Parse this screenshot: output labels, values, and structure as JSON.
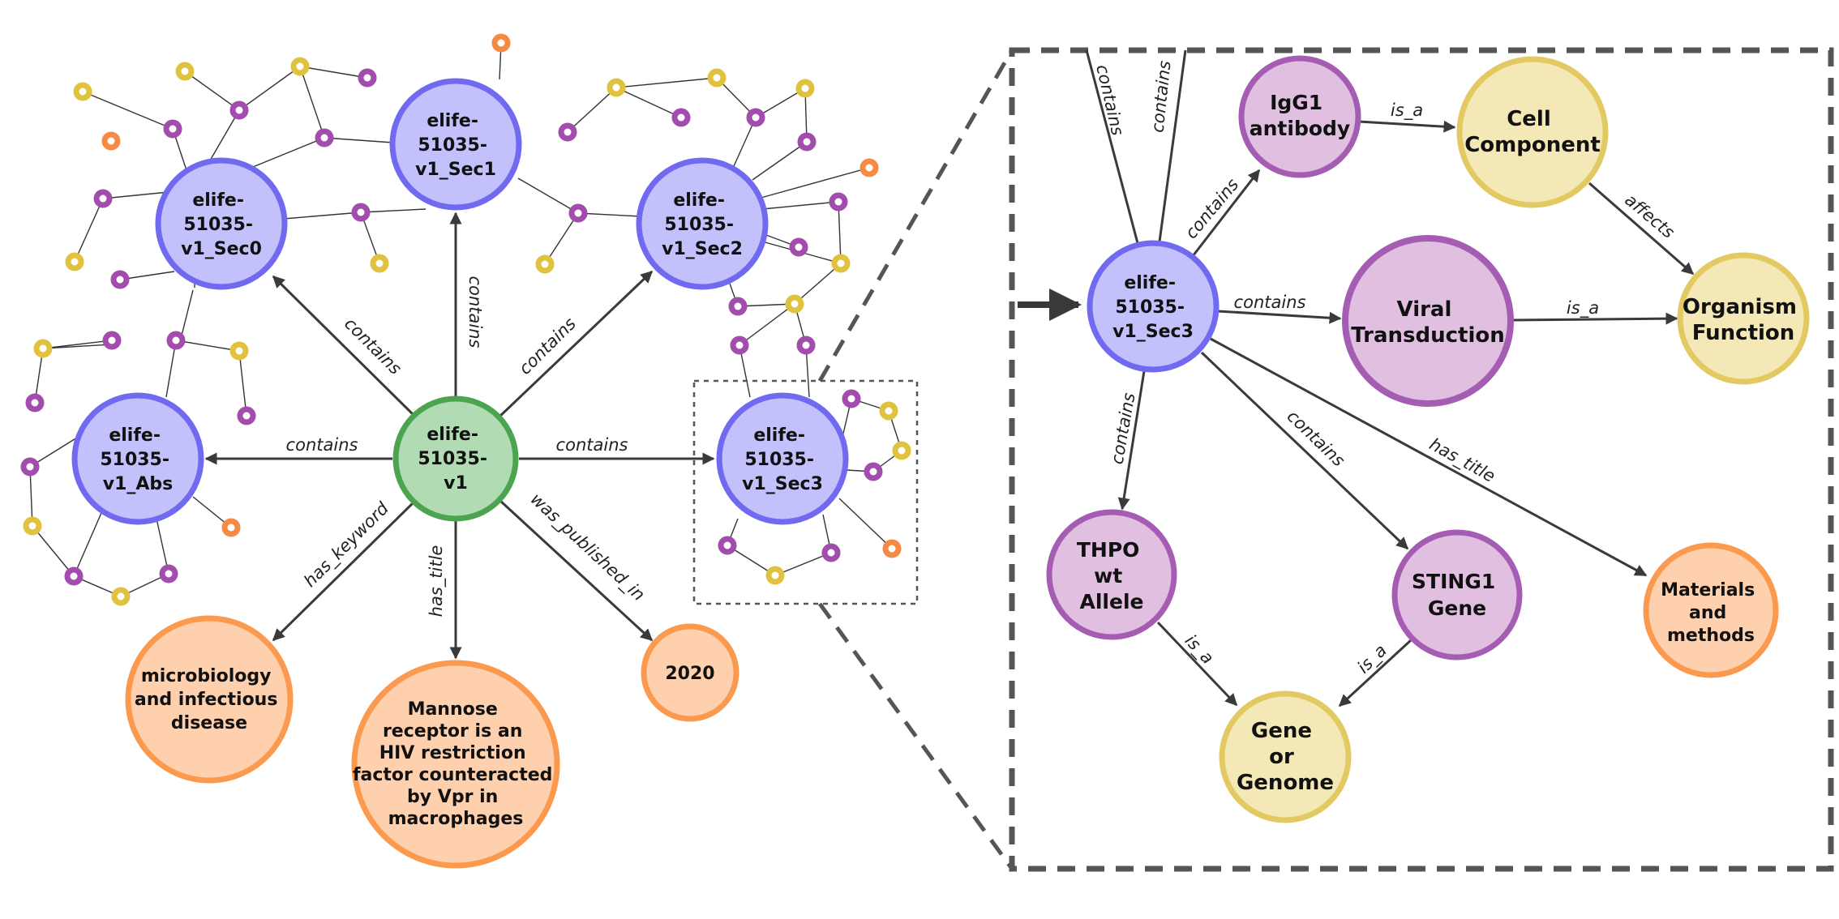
{
  "colors": {
    "section": {
      "fill": "#c2c1fb",
      "stroke": "#6f6af0"
    },
    "article": {
      "fill": "#b1dcb3",
      "stroke": "#4ca451"
    },
    "literal": {
      "fill": "#fed0ad",
      "stroke": "#fb9a4e"
    },
    "entity": {
      "fill": "#e0bfe1",
      "stroke": "#a45db2"
    },
    "type": {
      "fill": "#f4e8b6",
      "stroke": "#e2c962"
    },
    "small_purple": {
      "fill": "#ffffff",
      "stroke": "#a24cae"
    },
    "small_yellow": {
      "fill": "#ffffff",
      "stroke": "#e1c23f"
    },
    "small_orange": {
      "fill": "#ffffff",
      "stroke": "#f58a45"
    }
  },
  "left": {
    "article": {
      "lines": [
        "elife-",
        "51035-",
        "v1"
      ]
    },
    "sections": {
      "sec0": {
        "lines": [
          "elife-",
          "51035-",
          "v1_Sec0"
        ]
      },
      "sec1": {
        "lines": [
          "elife-",
          "51035-",
          "v1_Sec1"
        ]
      },
      "sec2": {
        "lines": [
          "elife-",
          "51035-",
          "v1_Sec2"
        ]
      },
      "sec3": {
        "lines": [
          "elife-",
          "51035-",
          "v1_Sec3"
        ]
      },
      "abs": {
        "lines": [
          "elife-",
          "51035-",
          "v1_Abs"
        ]
      }
    },
    "literals": {
      "keyword": {
        "lines": [
          "microbiology",
          "and infectious",
          "disease"
        ]
      },
      "title": {
        "lines": [
          "Mannose",
          "receptor is an",
          "HIV restriction",
          "factor counteracted",
          "by Vpr in",
          "macrophages"
        ]
      },
      "year": {
        "lines": [
          "2020"
        ]
      }
    },
    "edges": {
      "to_sec0": "contains",
      "to_sec1": "contains",
      "to_sec2": "contains",
      "to_sec3": "contains",
      "to_abs": "contains",
      "has_keyword": "has_keyword",
      "has_title": "has_title",
      "was_published_in": "was_published_in"
    }
  },
  "zoom": {
    "section": {
      "lines": [
        "elife-",
        "51035-",
        "v1_Sec3"
      ]
    },
    "nodes": {
      "igg1": {
        "lines": [
          "IgG1",
          "antibody"
        ]
      },
      "cell": {
        "lines": [
          "Cell",
          "Component"
        ]
      },
      "viral": {
        "lines": [
          "Viral",
          "Transduction"
        ]
      },
      "organism": {
        "lines": [
          "Organism",
          "Function"
        ]
      },
      "thpo": {
        "lines": [
          "THPO",
          "wt",
          "Allele"
        ]
      },
      "sting": {
        "lines": [
          "STING1",
          "Gene"
        ]
      },
      "gene": {
        "lines": [
          "Gene",
          "or",
          "Genome"
        ]
      },
      "materials": {
        "lines": [
          "Materials",
          "and",
          "methods"
        ]
      }
    },
    "edges": {
      "top1": "contains",
      "top2": "contains",
      "to_igg1": "contains",
      "igg1_cell": "is_a",
      "cell_organism": "affects",
      "to_viral": "contains",
      "viral_organism": "is_a",
      "to_thpo": "contains",
      "to_sting": "contains",
      "to_materials": "has_title",
      "thpo_gene": "is_a",
      "sting_gene": "is_a"
    }
  }
}
